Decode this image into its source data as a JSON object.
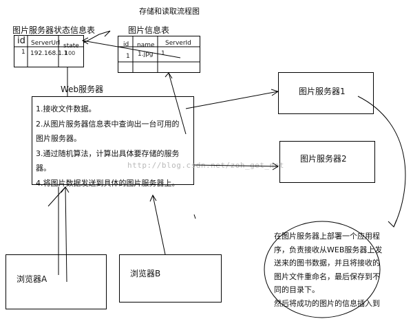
{
  "title": "存储和读取流程图",
  "status_table": {
    "title": "图片服务器状态信息表",
    "headers": [
      "id",
      "ServerUrl",
      "state"
    ],
    "row": [
      "1",
      "192.168.1.1",
      "1"
    ],
    "overlay": "100"
  },
  "image_table": {
    "title": "图片信息表",
    "headers": [
      "id",
      "name",
      "ServerId"
    ],
    "row": [
      "1",
      "1.jpg",
      "1"
    ]
  },
  "web_server": {
    "title": "Web服务器",
    "lines": [
      "1.接收文件数据。",
      "2.从图片服务器信息表中查询出一台可用的",
      "图片服务器。",
      "3.通过随机算法，计算出具体要存储的服务",
      "器。",
      "4.将图片数据发送到具体的图片服务器上。"
    ]
  },
  "image_servers": [
    "图片服务器1",
    "图片服务器2"
  ],
  "browsers": [
    "浏览器A",
    "浏览器B"
  ],
  "note_lines": [
    "在图片服务器上部署一个应用程",
    "序，负责接收从WEB服务器上发",
    "送来的图书数据，并且将接收的",
    "图片文件重命名，最后保存到不",
    "同的目录下。",
    "然后将成功的图片的信息插入到"
  ],
  "watermark": "http://blog.csdn.net/zoh_get_net"
}
